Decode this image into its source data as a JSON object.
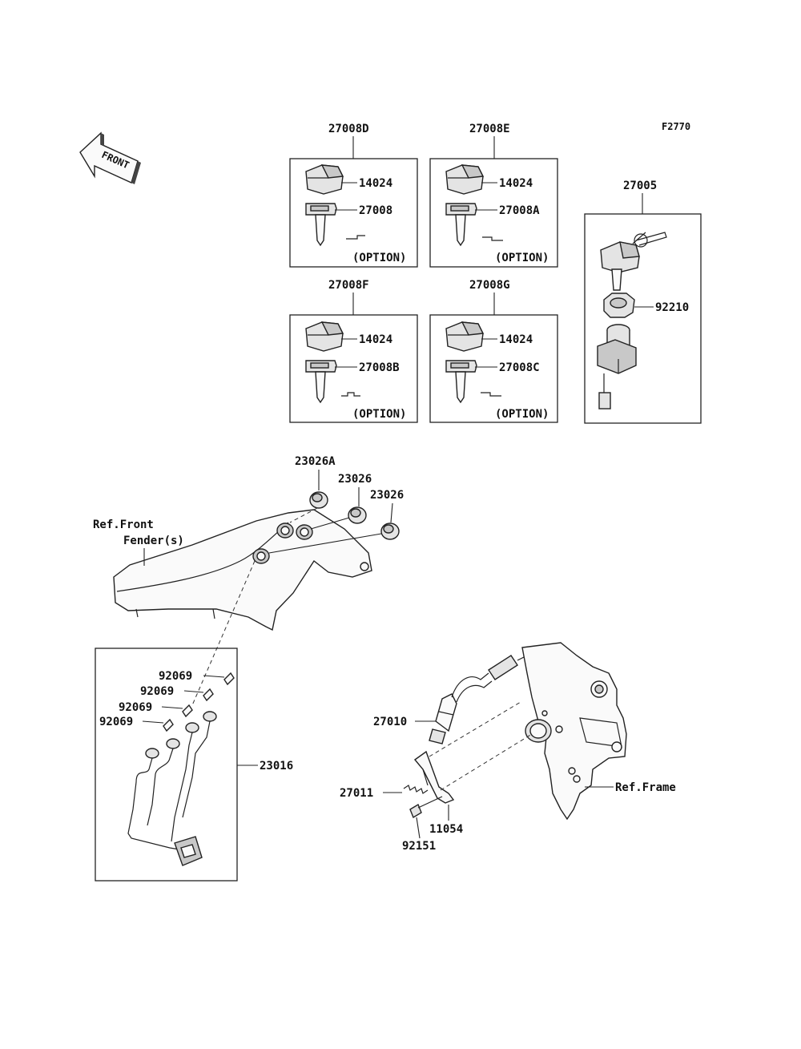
{
  "figure_code": "F2770",
  "front_arrow_label": "FRONT",
  "groups": [
    {
      "group": "27008D",
      "cap": "14024",
      "key": "27008",
      "option": "(OPTION)"
    },
    {
      "group": "27008E",
      "cap": "14024",
      "key": "27008A",
      "option": "(OPTION)"
    },
    {
      "group": "27008F",
      "cap": "14024",
      "key": "27008B",
      "option": "(OPTION)"
    },
    {
      "group": "27008G",
      "cap": "14024",
      "key": "27008C",
      "option": "(OPTION)"
    }
  ],
  "ignition_set": {
    "group": "27005",
    "nut": "92210"
  },
  "fender_parts": {
    "cap_a": "23026A",
    "cap_1": "23026",
    "cap_2": "23026",
    "ref_line1": "Ref.Front",
    "ref_line2": "Fender(s)"
  },
  "harness": {
    "group": "23016",
    "terminals": [
      "92069",
      "92069",
      "92069",
      "92069"
    ]
  },
  "frame_parts": {
    "switch": "27010",
    "spring": "27011",
    "stay": "11054",
    "bolt": "92151",
    "ref_frame": "Ref.Frame"
  }
}
